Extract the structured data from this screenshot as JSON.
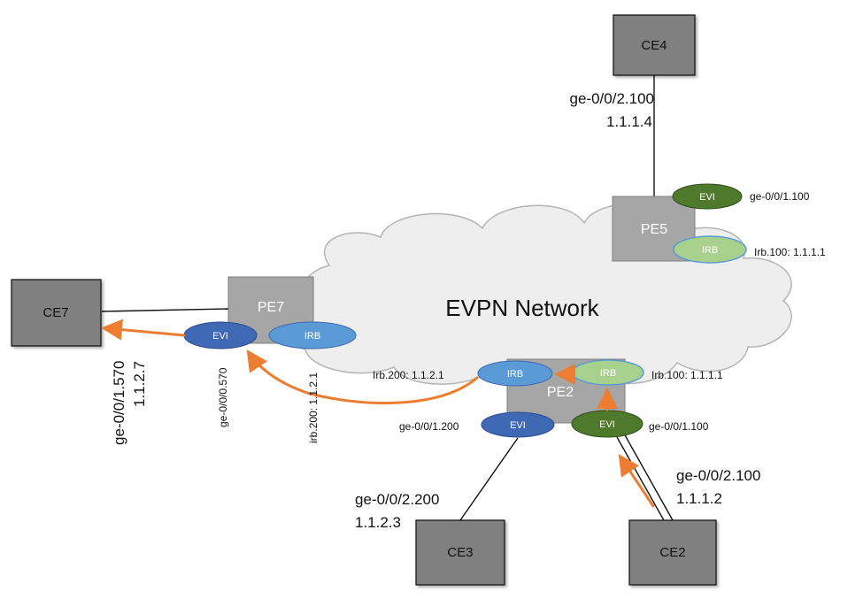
{
  "network_label": "EVPN Network",
  "colors": {
    "evi_dark_blue": "#3f68b5",
    "irb_light_blue": "#5b9bd5",
    "evi_dark_green": "#4f7a2c",
    "irb_light_green": "#a9d18e",
    "device_box": "#a6a6a6",
    "arrow": "#ed7d31"
  },
  "devices": {
    "ce4": "CE4",
    "ce7": "CE7",
    "ce3": "CE3",
    "ce2": "CE2",
    "pe5": "PE5",
    "pe7": "PE7",
    "pe2": "PE2"
  },
  "ovals": {
    "pe5_evi": "EVI",
    "pe5_irb": "IRB",
    "pe7_evi": "EVI",
    "pe7_irb": "IRB",
    "pe2_irb_left": "IRB",
    "pe2_irb_right": "IRB",
    "pe2_evi_left": "EVI",
    "pe2_evi_right": "EVI"
  },
  "labels": {
    "ce4_if": "ge-0/0/2.100",
    "ce4_ip": "1.1.1.4",
    "pe5_evi_if": "ge-0/0/1.100",
    "pe5_irb_if": "Irb.100: 1.1.1.1",
    "ce7_if": "ge-0/0/1.570",
    "ce7_ip": "1.1.2.7",
    "pe7_evi_if": "ge-0/0/0.570",
    "pe7_irb_if": "irb.200: 1.1.2.1",
    "pe2_irb200": "Irb.200: 1.1.2.1",
    "pe2_irb100": "Irb.100: 1.1.1.1",
    "pe2_if200": "ge-0/0/1.200",
    "pe2_if100": "ge-0/0/1.100",
    "ce3_if": "ge-0/0/2.200",
    "ce3_ip": "1.1.2.3",
    "ce2_if": "ge-0/0/2.100",
    "ce2_ip": "1.1.1.2"
  }
}
